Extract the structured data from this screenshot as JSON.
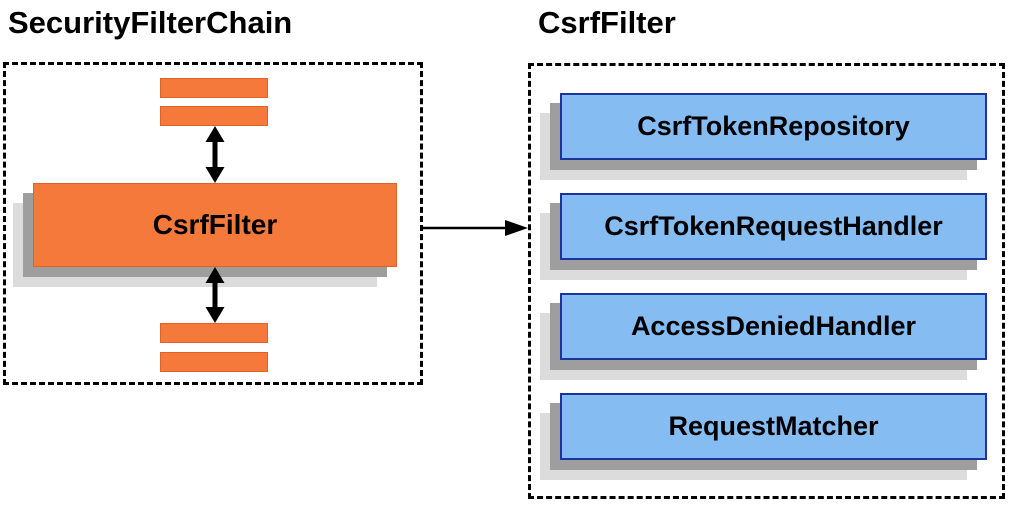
{
  "diagram": {
    "left_panel": {
      "title": "SecurityFilterChain",
      "filter_label": "CsrfFilter"
    },
    "right_panel": {
      "title": "CsrfFilter",
      "components": [
        "CsrfTokenRepository",
        "CsrfTokenRequestHandler",
        "AccessDeniedHandler",
        "RequestMatcher"
      ]
    },
    "colors": {
      "orange": "#F4793B",
      "orange_border": "#E0622A",
      "blue": "#85BDF2",
      "blue_border": "#1A34A0",
      "shadow_dark": "#9E9E9E",
      "shadow_light": "#DCDCDC",
      "arrow": "#000000"
    }
  }
}
